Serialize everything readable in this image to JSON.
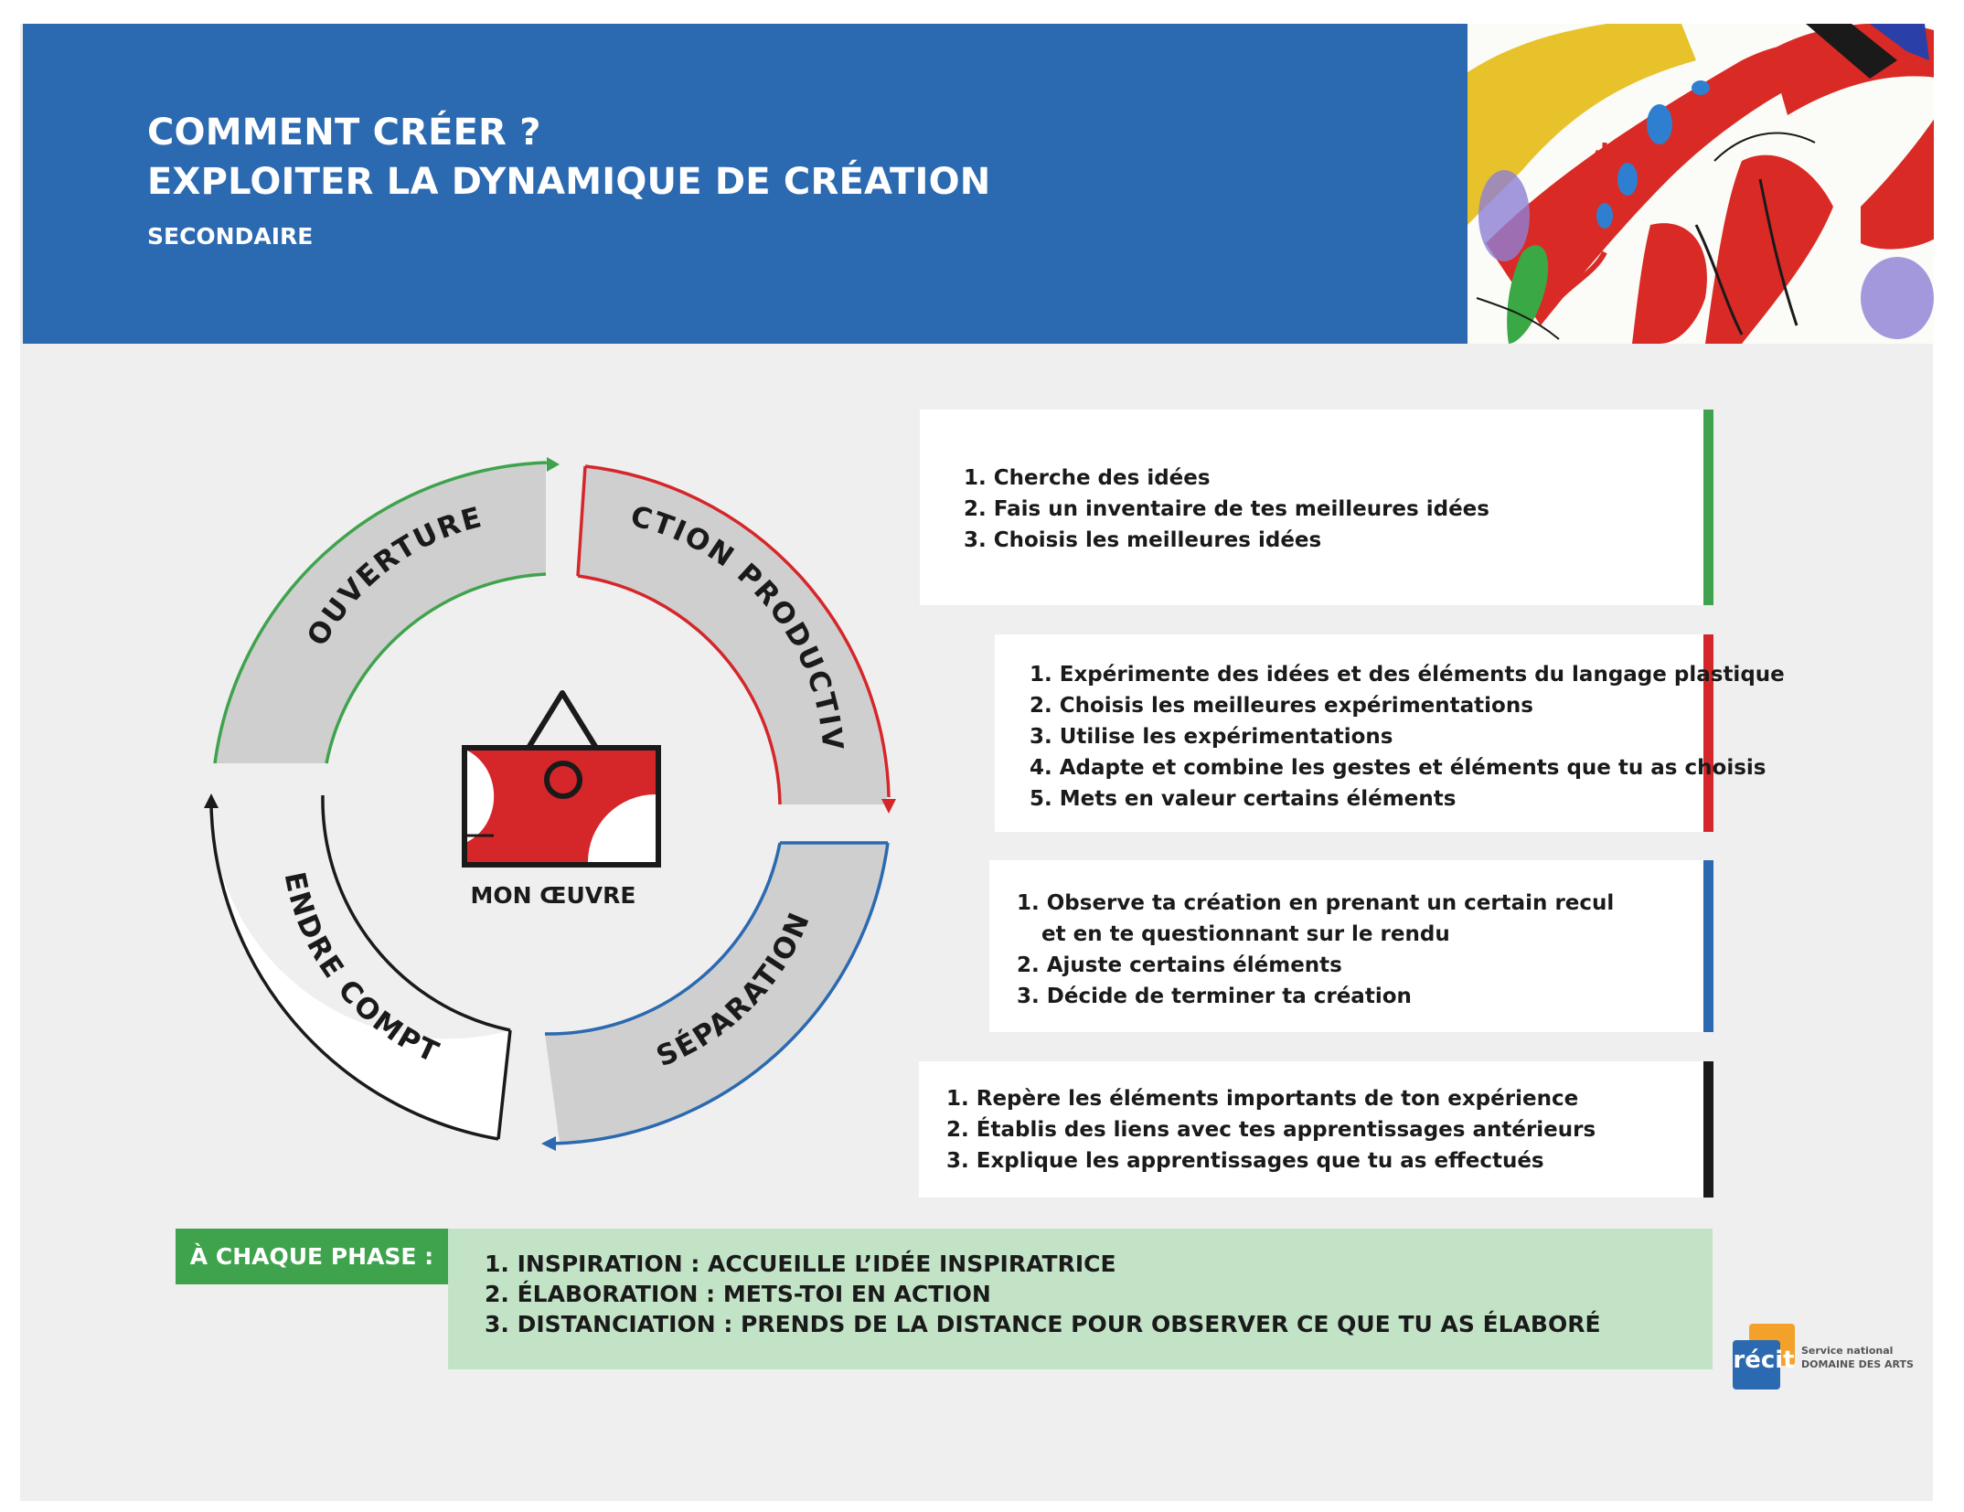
{
  "header": {
    "title_line1": "COMMENT CRÉER ?",
    "title_line2": "EXPLOITER LA DYNAMIQUE DE CRÉATION",
    "subtitle": "SECONDAIRE"
  },
  "colors": {
    "header_blue": "#2b69b0",
    "green": "#3fa34d",
    "red": "#d5262a",
    "blue": "#2b69b0",
    "black": "#1a1a1a",
    "phase_box": "#c3e3c7",
    "segment_fill": "#cfcfcf"
  },
  "cycle": {
    "center_label": "MON ŒUVRE",
    "phases": [
      {
        "label": "OUVERTURE",
        "color": "#3fa34d"
      },
      {
        "label": "ACTION PRODUCTIVE",
        "color": "#d5262a"
      },
      {
        "label": "SÉPARATION",
        "color": "#2b69b0"
      },
      {
        "label": "RENDRE COMPTE",
        "color": "#1a1a1a"
      }
    ]
  },
  "steps": {
    "ouverture": [
      "1. Cherche des idées",
      "2. Fais un inventaire de tes meilleures idées",
      "3. Choisis les meilleures idées"
    ],
    "action": [
      "1. Expérimente des idées et des éléments du langage plastique",
      "2. Choisis les meilleures expérimentations",
      "3. Utilise les expérimentations",
      "4. Adapte et combine les gestes et éléments que tu as choisis",
      "5. Mets en valeur certains éléments"
    ],
    "separation": [
      "1. Observe ta création en prenant un certain recul",
      "et en te questionnant sur le rendu",
      "2. Ajuste certains éléments",
      "3. Décide de terminer ta création"
    ],
    "rendre": [
      "1. Repère les éléments importants de ton expérience",
      "2. Établis des liens avec tes apprentissages antérieurs",
      "3. Explique les apprentissages que tu as effectués"
    ]
  },
  "phase_summary": {
    "tag": "À CHAQUE PHASE :",
    "items": [
      "1. INSPIRATION : ACCUEILLE L’IDÉE INSPIRATRICE",
      "2. ÉLABORATION : METS-TOI EN ACTION",
      "3. DISTANCIATION :  PRENDS DE LA DISTANCE POUR OBSERVER CE QUE TU AS ÉLABORÉ"
    ]
  },
  "logo": {
    "mark": "récit",
    "line1": "Service national",
    "line2": "DOMAINE DES ARTS"
  }
}
